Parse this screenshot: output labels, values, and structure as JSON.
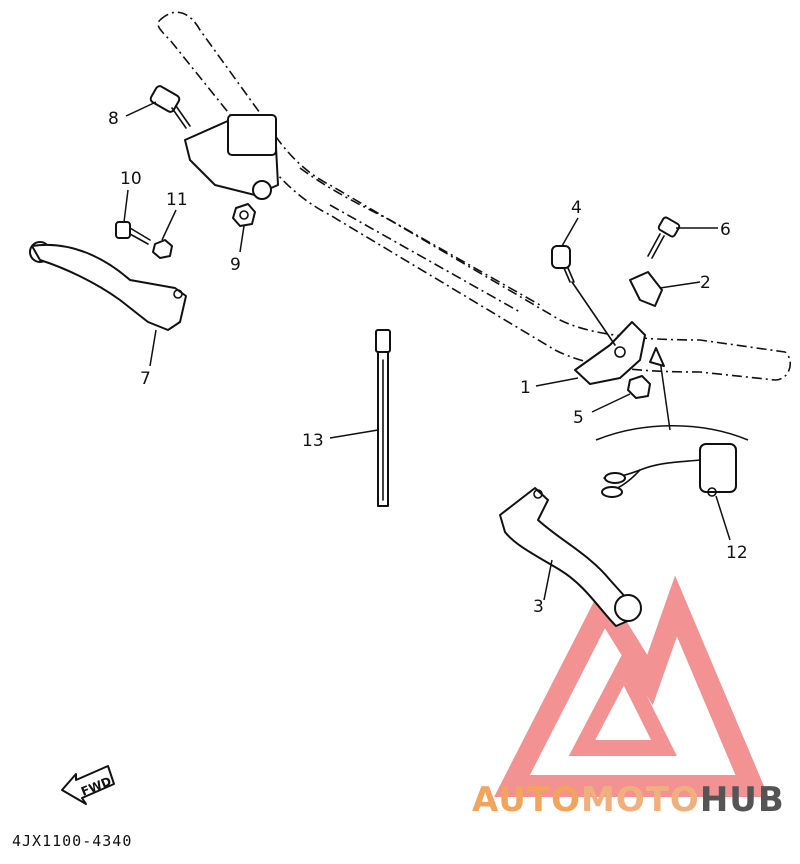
{
  "diagram": {
    "callouts": [
      {
        "id": "1",
        "text": "1"
      },
      {
        "id": "2",
        "text": "2"
      },
      {
        "id": "3",
        "text": "3"
      },
      {
        "id": "4",
        "text": "4"
      },
      {
        "id": "5",
        "text": "5"
      },
      {
        "id": "6",
        "text": "6"
      },
      {
        "id": "7",
        "text": "7"
      },
      {
        "id": "8",
        "text": "8"
      },
      {
        "id": "9",
        "text": "9"
      },
      {
        "id": "10",
        "text": "10"
      },
      {
        "id": "11",
        "text": "11"
      },
      {
        "id": "12",
        "text": "12"
      },
      {
        "id": "13",
        "text": "13"
      }
    ],
    "fwd_label": "FWD",
    "drawing_code": "4JX1100-4340"
  },
  "watermark": {
    "part1": "AUTO",
    "part2": "MOTO",
    "part3": "HUB",
    "logo_color": "#f08080",
    "accent_color": "#f2a35c",
    "text_dark": "#555555"
  }
}
